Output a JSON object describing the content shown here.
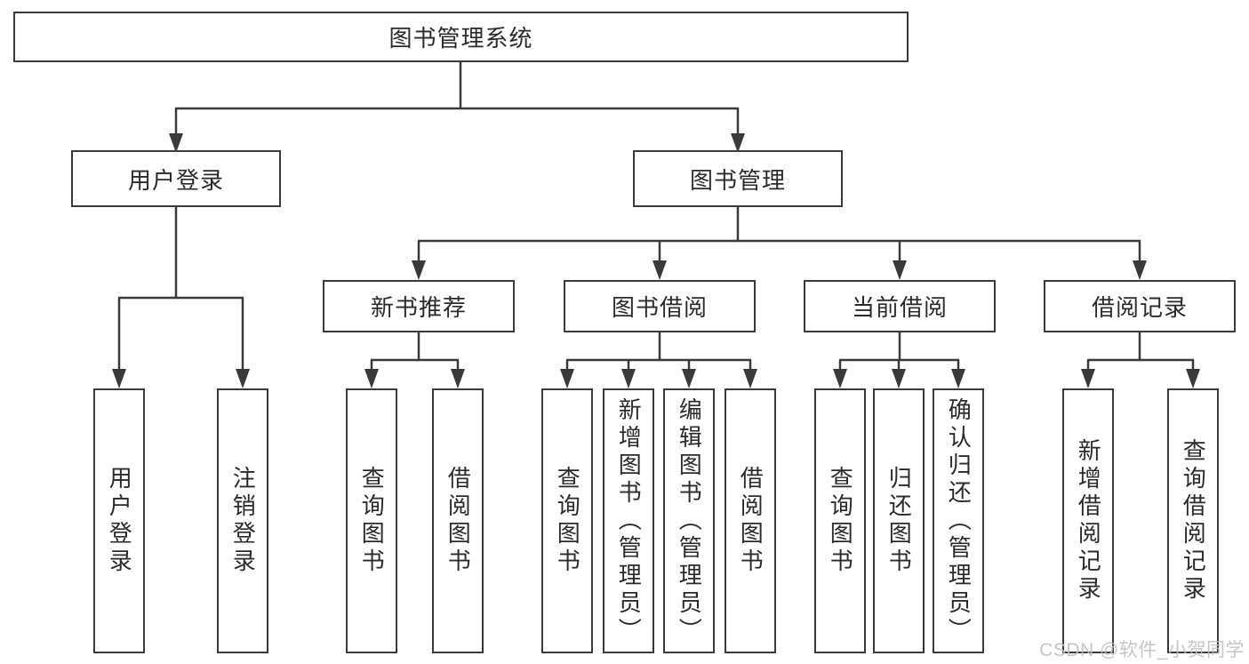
{
  "tree": {
    "root": {
      "label": "图书管理系统"
    },
    "login": {
      "label": "用户登录",
      "children": [
        {
          "label": "用户登录"
        },
        {
          "label": "注销登录"
        }
      ]
    },
    "management": {
      "label": "图书管理",
      "sections": [
        {
          "label": "新书推荐",
          "children": [
            {
              "label": "查询图书"
            },
            {
              "label": "借阅图书"
            }
          ]
        },
        {
          "label": "图书借阅",
          "children": [
            {
              "label": "查询图书"
            },
            {
              "label": "新增图书（管理员）"
            },
            {
              "label": "编辑图书（管理员）"
            },
            {
              "label": "借阅图书"
            }
          ]
        },
        {
          "label": "当前借阅",
          "children": [
            {
              "label": "查询图书"
            },
            {
              "label": "归还图书"
            },
            {
              "label": "确认归还（管理员）"
            }
          ]
        },
        {
          "label": "借阅记录",
          "children": [
            {
              "label": "新增借阅记录"
            },
            {
              "label": "查询借阅记录"
            }
          ]
        }
      ]
    }
  },
  "watermark": {
    "text": "CSDN @软件_小贺同学"
  },
  "colors": {
    "line": "#3a3a3a",
    "text": "#2b2b2b",
    "background": "#ffffff",
    "watermark": "#bdbdbd"
  }
}
